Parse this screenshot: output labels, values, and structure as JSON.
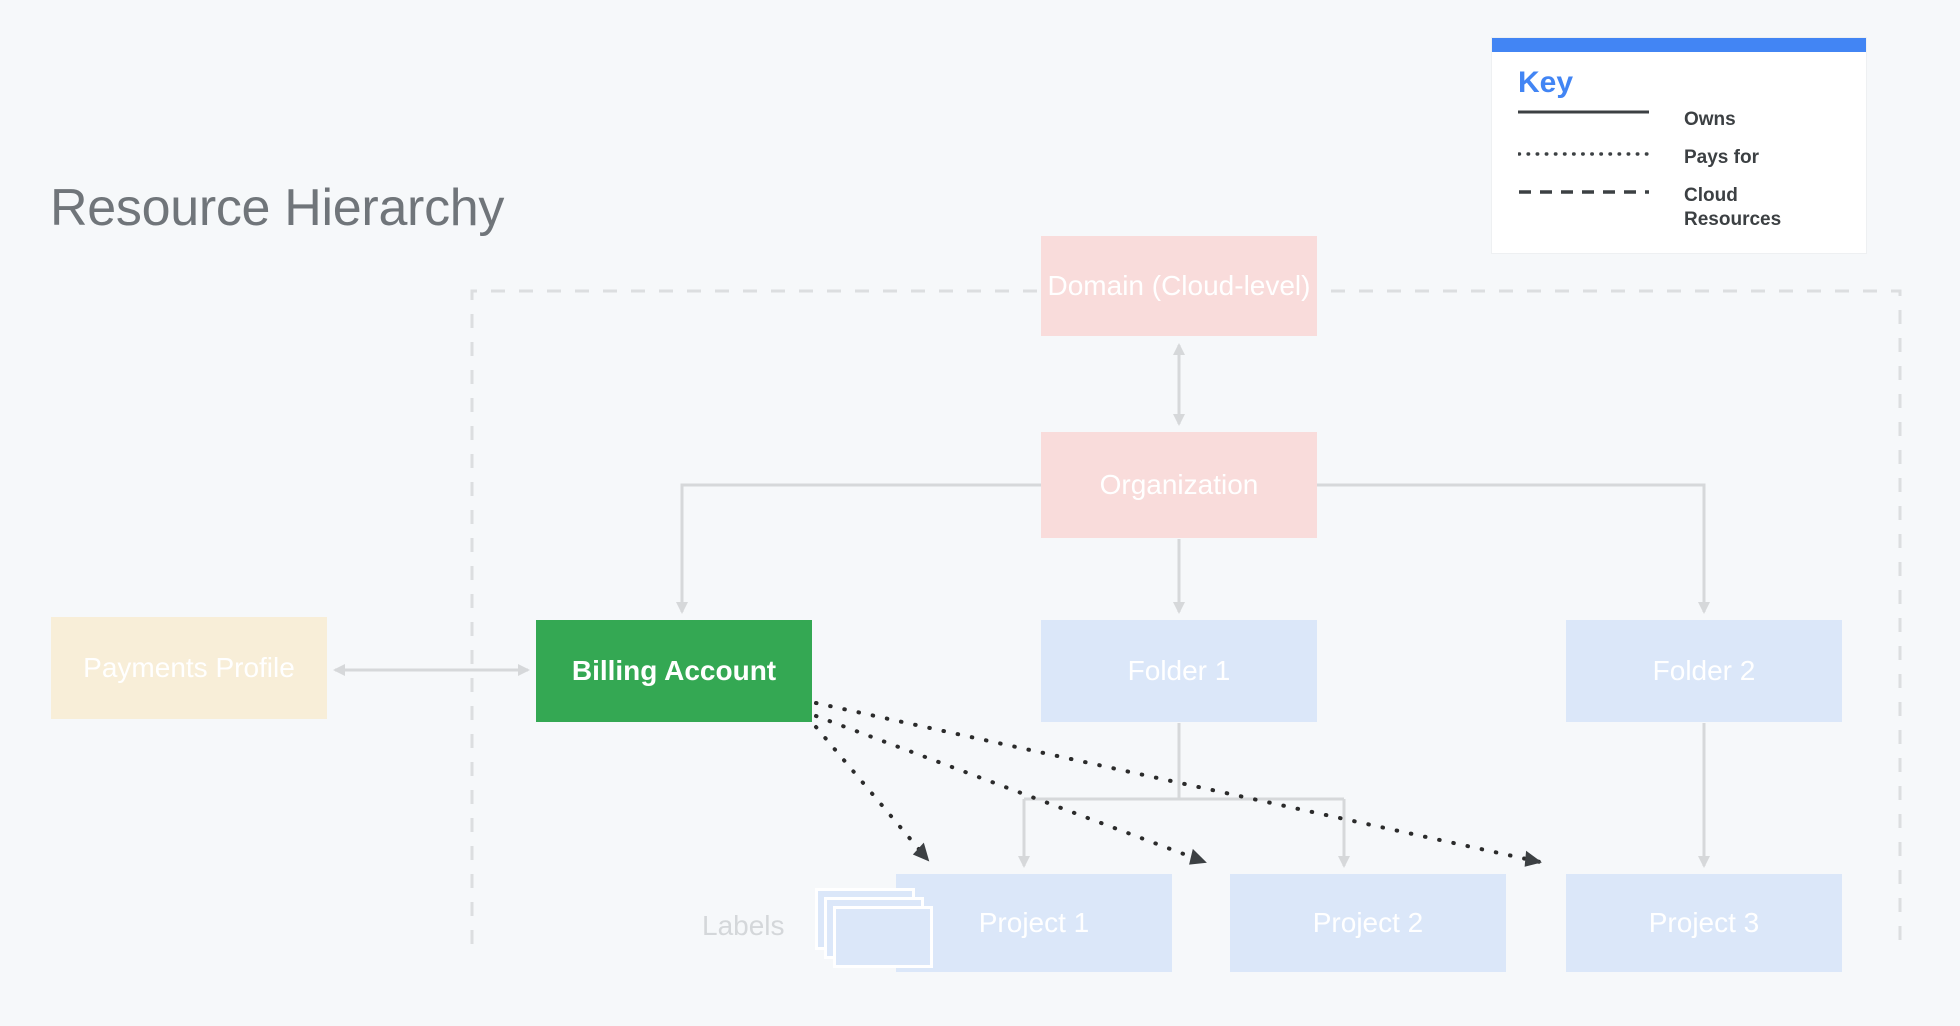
{
  "page": {
    "title": "Resource Hierarchy",
    "background_color": "#f6f8fa"
  },
  "key": {
    "title": "Key",
    "accent_color": "#4285f4",
    "rows": [
      {
        "style": "solid",
        "label": "Owns"
      },
      {
        "style": "dotted",
        "label": "Pays for"
      },
      {
        "style": "dashed",
        "label": "Cloud\nResources"
      }
    ]
  },
  "nodes": {
    "domain": {
      "label": "Domain (Cloud-level)",
      "color": "#f9dcdb"
    },
    "organization": {
      "label": "Organization",
      "color": "#f9dcdb"
    },
    "payments": {
      "label": "Payments Profile",
      "color": "#f8eed8"
    },
    "billing": {
      "label": "Billing Account",
      "color": "#34a853"
    },
    "folder1": {
      "label": "Folder 1",
      "color": "#dbe7f9"
    },
    "folder2": {
      "label": "Folder 2",
      "color": "#dbe7f9"
    },
    "project1": {
      "label": "Project 1",
      "color": "#dbe7f9"
    },
    "project2": {
      "label": "Project 2",
      "color": "#dbe7f9"
    },
    "project3": {
      "label": "Project 3",
      "color": "#dbe7f9"
    },
    "labels": {
      "label": "Labels",
      "color": "#dbe7f9"
    }
  },
  "edges": {
    "owns_color": "#d6d8da",
    "pays_for_color": "#2b2b2b",
    "boundary_color": "#dcdee0",
    "list": [
      {
        "from": "domain",
        "to": "organization",
        "type": "owns",
        "bidirectional": true
      },
      {
        "from": "payments",
        "to": "billing",
        "type": "owns",
        "bidirectional": true
      },
      {
        "from": "organization",
        "to": "billing",
        "type": "owns",
        "bidirectional": false
      },
      {
        "from": "organization",
        "to": "folder1",
        "type": "owns",
        "bidirectional": false
      },
      {
        "from": "organization",
        "to": "folder2",
        "type": "owns",
        "bidirectional": false
      },
      {
        "from": "folder1",
        "to": "project1",
        "type": "owns",
        "bidirectional": false
      },
      {
        "from": "folder1",
        "to": "project2",
        "type": "owns",
        "bidirectional": false
      },
      {
        "from": "folder2",
        "to": "project3",
        "type": "owns",
        "bidirectional": false
      },
      {
        "from": "billing",
        "to": "project1",
        "type": "pays_for",
        "bidirectional": false
      },
      {
        "from": "billing",
        "to": "project2",
        "type": "pays_for",
        "bidirectional": false
      },
      {
        "from": "billing",
        "to": "project3",
        "type": "pays_for",
        "bidirectional": false
      }
    ]
  }
}
